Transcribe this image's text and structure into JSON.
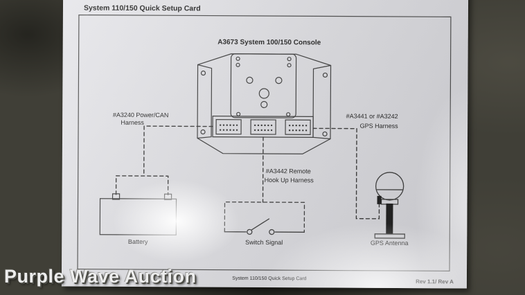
{
  "watermark": {
    "text": "Purple Wave Auction"
  },
  "card": {
    "title": "System 110/150 Quick Setup Card",
    "footer_left": "System 110/150 Quick Setup Card",
    "footer_right": "Rev 1.1/ Rev A"
  },
  "diagram": {
    "console": {
      "label": "A3673 System 100/150 Console"
    },
    "power_harness": {
      "line1": "#A3240 Power/CAN",
      "line2": "Harness"
    },
    "gps_harness": {
      "line1": "#A3441 or #A3242",
      "line2": "GPS Harness"
    },
    "remote_harness": {
      "line1": "#A3442 Remote",
      "line2": "Hook Up Harness"
    },
    "battery": {
      "label": "Battery"
    },
    "switch": {
      "label": "Switch Signal"
    },
    "antenna": {
      "label": "GPS Antenna"
    }
  },
  "colors": {
    "floor": "#403f37",
    "card": "#dadade",
    "line": "#3c3c3c",
    "text": "#242424"
  }
}
